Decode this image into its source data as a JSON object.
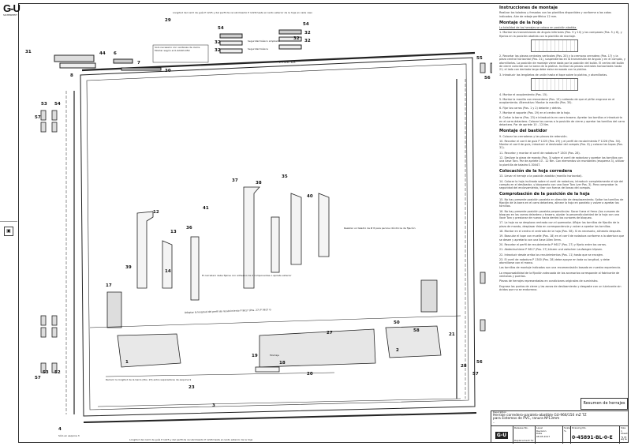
{
  "logo": {
    "brand": "G-U",
    "sub": "SICHERHEIT"
  },
  "drawing": {
    "dim_top": "Longitud del carril de guía P 1225 y del perfil de recubrimiento P 1226 hasta el canto exterior de la hoja en cada caso",
    "dim_bottom": "Longitud del carril de guía P 1225 y del perfil de recubrimiento P 1226 hasta el canto exterior de la hoja",
    "dim_middle": "Adaptar la longitud del perfil de recubrimiento P 9617 (Pos. 27) P 9617 G",
    "dim_lower": "Reducir la longitud de la barra (Pos. 23) entre separadores de esquina 9",
    "note_box": "Solo necesario con ventanas de cierre. Montar según el 0-42493-050",
    "seg1": "Seguridad básico ampliada",
    "seg2": "Seguridad básica",
    "l_range": "L = 978 - 625",
    "note_handle": "Realizar un taladro de Ø 8 para pernos cilíndricos de fijación",
    "note_lock": "El cerradero debe fijarse con adhesivo de 2 componentes o apriete exterior",
    "note_corner": "Sólo en esquina 3",
    "montage": "Montaje",
    "callouts": [
      "31",
      "29",
      "30",
      "44",
      "6",
      "7",
      "8",
      "54",
      "32",
      "32",
      "32",
      "54",
      "32",
      "32",
      "57",
      "53",
      "54",
      "55",
      "56",
      "12",
      "39",
      "13",
      "36",
      "41",
      "37",
      "38",
      "40",
      "35",
      "14",
      "17",
      "27",
      "19",
      "18",
      "20",
      "57",
      "53",
      "52",
      "50",
      "58",
      "28",
      "1",
      "2",
      "21",
      "56",
      "57",
      "4",
      "23",
      "3"
    ]
  },
  "instructions": {
    "h1": "Instrucciones de montaje",
    "p1": "Realizar los taladros y fresados con las plantillas disponibles y conforme a las cotas indicadas. Aire de rebaje periférico 12 mm.",
    "h2": "Montaje de la hoja",
    "p2u": "La totalidad de los herrajes se coloca en posición abatida.",
    "s1": "1. Montar las transmisiones de ángulo inferiores (Pos. 9 y 10) y los compases (Pos. 5 y 6), y fijarlas en la posición abatida con la plantilla de montaje.",
    "s2": "2. Recortar las piezas centrales verticales (Pos. 20) y la cremona cerradero (Pos. 17) y la pieza central horizontal (Pos. 21), suspenderlas en la transmisión de ángulo y en el compás, y atornillarlas. La posición de montaje viene dada por la posición del bulón. El centro del bulón de cierre coincide con la barra de la platina. Inclinar las piezas centrales horizontales hasta 21; el lado con dentado largo debe estar enrasado con la platina.",
    "s3": "3. Introducir las lengüetas de unión hasta el tope sobre la platina, y atornillarlas.",
    "s4": "4. Montar el acoplamiento (Pos. 15).",
    "s5": "5. Montar la manilla con mecanismo (Pos. 13) cuidando de que el piñón engrane en el acoplamiento. Alternativa: Montar la manilla (Pos. 35).",
    "s6": "6. Fijar los carros (Pos. 1 y 2) delante y detrás.",
    "s7": "7. Montar el soporte (Pos. 19) en el centro de la hoja.",
    "s8": "8. Cortar la barra (Pos. 23) e introducirla en carro trasero. Apretar los tornillos e introducirla en el carro delantero. Colocar los carros a la posición de cierre y apretar los tornillos del carro delantero. Par de apriete 10 - 12 Nm.",
    "h3": "Montaje del bastidor",
    "s9": "9. Colocar los cerraderos y las placas de retención.",
    "s10": "10. Recortar el carril de guía P 1225 (Pos. 29) y el perfil de recubrimiento P 1226 (Pos. 30). Montar el carril de guía, introducir el deslizador del compás (Pos. 8) y colocar las tapas (Pos. 31).",
    "s11": "11. Recortar y montar el carril de rodadura P 1300 (Pos. 28).",
    "s12": "12. Deslizar la pieza de mando (Pos. 3) sobre el carril de rodadura y apretar los tornillos con una llave Torx. Par de apriete 10 - 12 Nm. Con elementos sin montantes (esquema 3), utilizar la plantilla de taladro 0-30447.",
    "h4": "Colocación de la hoja corredera",
    "s13": "13. Llevar el herraje a la posición abatida (manilla horizontal).",
    "s14": "14. Colocar la hoja inclinada sobre el carril de rodadura, introducir completamente el eje del compás en el deslizador, y bloquearlo con una llave Torx (ver Pos. 3). Para comprobar la seguridad del enclavamiento, tirar con fuerza del brazo del compás.",
    "h5": "Comprobación de la posición de la hoja",
    "s15": "15. No hay presente posición paralela en dirección de desplazamiento. Soltar los tornillos de fijación de la barra en el carro delantero, alinear la hoja en paralelo y volver a apretar los tornillos.",
    "s16": "16. No hay presente posición paralela perpendicular. Sacar fuera el freno (los cursores de bloqueo en los carros delantero y trasero, ajustar la perpendicularidad de la hoja con una llave Torx y presionar de nuevo hacia dentro los cursores de bloqueo.",
    "s17": "17. La hoja no se desplaza centrada con el quemador. Aflojar los tornillos de fijación de la pieza de mando, desplazar ésta en correspondencia y volver a apretar los tornillos.",
    "s18": "18. Montar en el centro el centrado de la hoja (Pos. 58). Si es necesario, alinearlo después.",
    "s19": "19. Bascular el tope con muelle (Pos. 18) en el carril de rodadura conforme a la abertura que se desee y apretarlo con una llave Allen 5mm.",
    "s20": "20. Recortar el perfil de recubrimiento P 9617 (Pos. 27) y fijarlo entre los carros.",
    "s21": "21. Abdeckschiene P 9617 (Pos. 27) kürzen und zwischen Laufwagen klipsen.",
    "s22": "22. Introducir desde arriba los recubrimientos (Pos. 11) hasta que se encajen.",
    "s23": "23. El carril de rodadura P 1300 (Pos. 28) debe apoyar en toda su longitud, y debe atornillarse con el marco.",
    "n1": "Los tornillos de montaje indicados son una recomendación basada en nuestra experiencia.",
    "n2": "La responsabilidad de la fijación adecuada de los accesorios corresponde al fabricante de ventanas y puertas.",
    "n3": "Piezas de herrajes representadas en condiciones originales de suministro.",
    "n4": "Engrase los puntos de cierre y las zonas de deslizamiento y desgaste con un lubricante sin ácidos que no se endurezca."
  },
  "summary_label": "Resumen de herrajes",
  "title_block": {
    "description_label": "Description",
    "desc1": "Herraje corredero-paralelo-abatible GU-966/150 mZ TZ",
    "desc2": "para sistemas de PVC, ranura Nº13mm",
    "desc3": "--",
    "brand": "G-U",
    "release_label": "Release No.",
    "level_label": "Level",
    "revision_label": "Revision",
    "date_label": "Date",
    "date": "08.05.2017",
    "scale_label": "Scale",
    "scale": "%",
    "replaced_label": "Replacement for",
    "sheet_label": "Sheet",
    "sheet": "2/1",
    "size_label": "Size",
    "size": "1",
    "drawing_no_label": "Drawing No.",
    "drawing_no": "0-45891-BL-0-E"
  }
}
